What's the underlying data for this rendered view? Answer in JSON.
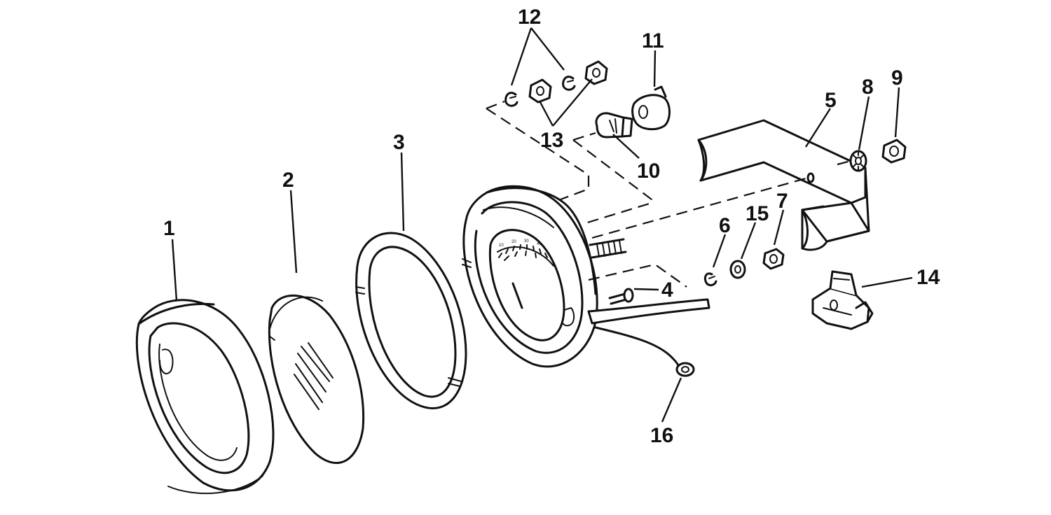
{
  "callouts": {
    "c1": "1",
    "c2": "2",
    "c3": "3",
    "c4": "4",
    "c5": "5",
    "c6": "6",
    "c7": "7",
    "c8": "8",
    "c9": "9",
    "c10": "10",
    "c11": "11",
    "c12": "12",
    "c13": "13",
    "c14": "14",
    "c15": "15",
    "c16": "16"
  },
  "gauge_dial": {
    "scale_labels": [
      "10",
      "20",
      "30",
      "40"
    ]
  },
  "colors": {
    "ink": "#111111",
    "paper": "#ffffff"
  }
}
